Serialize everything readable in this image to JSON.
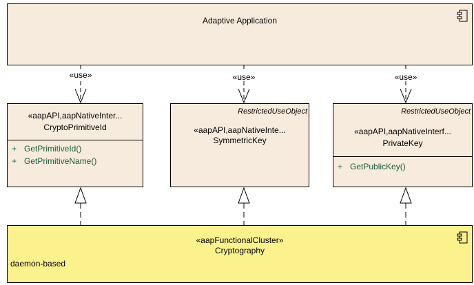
{
  "adaptive_application": {
    "name": "Adaptive Application",
    "icon": "component-icon"
  },
  "use_labels": [
    "«use»",
    "«use»",
    "«use»"
  ],
  "classes": [
    {
      "tag": "",
      "stereotype": "«aapAPI,aapNativeInter...",
      "name": "CryptoPrimitiveId",
      "operations": [
        {
          "visibility": "+",
          "name": "GetPrimitiveId()"
        },
        {
          "visibility": "+",
          "name": "GetPrimitiveName()"
        }
      ]
    },
    {
      "tag": "RestrictedUseObject",
      "stereotype": "«aapAPI,aapNativeInte...",
      "name": "SymmetricKey",
      "operations": []
    },
    {
      "tag": "RestrictedUseObject",
      "stereotype": "«aapAPI,aapNativeInterf...",
      "name": "PrivateKey",
      "operations": [
        {
          "visibility": "+",
          "name": "GetPublicKey()"
        }
      ]
    }
  ],
  "cryptography": {
    "stereotype": "«aapFunctionalCluster»",
    "name": "Cryptography",
    "property": "daemon-based",
    "icon": "component-icon"
  },
  "colors": {
    "component_fill": "#f6ebdc",
    "cluster_fill": "#fbf28e",
    "operation_text": "#1d5b3d"
  }
}
